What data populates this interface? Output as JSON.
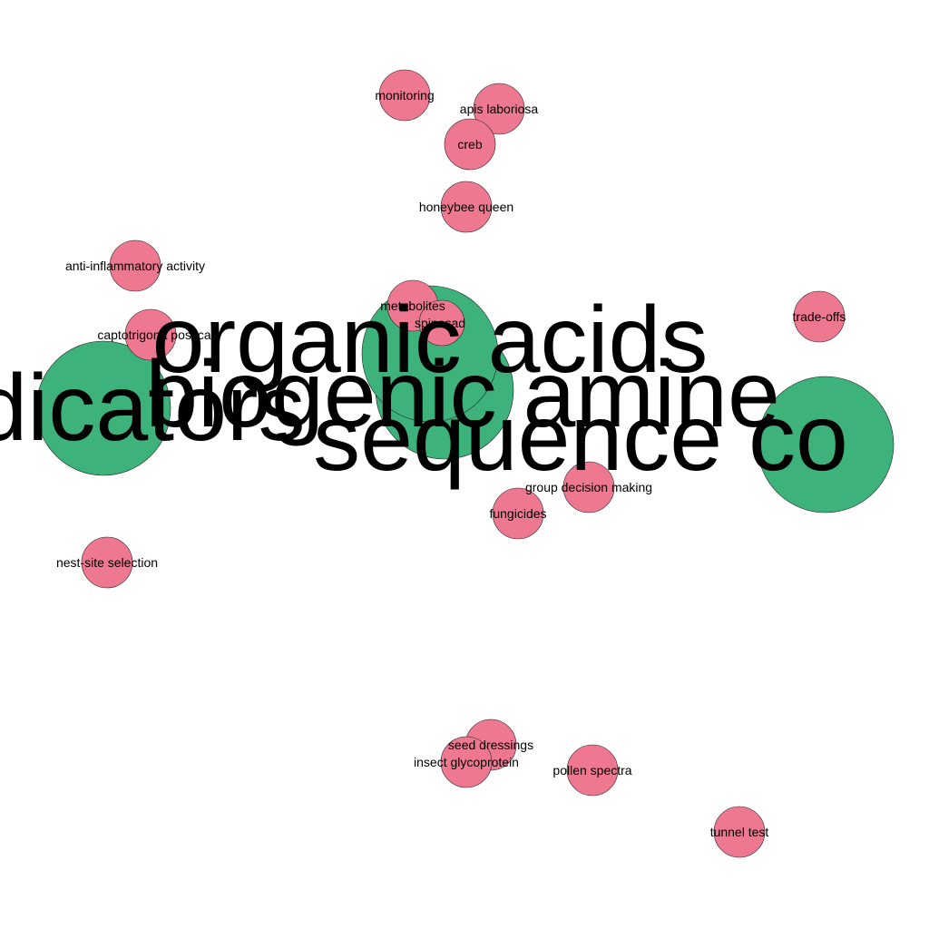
{
  "colors": {
    "pink_node": "#ee7890",
    "green_node": "#3db27a",
    "stroke": "#222222",
    "label": "#000000"
  },
  "small_nodes": [
    {
      "id": "monitoring",
      "label": "monitoring"
    },
    {
      "id": "apis-laboriosa",
      "label": "apis laboriosa"
    },
    {
      "id": "creb",
      "label": "creb"
    },
    {
      "id": "honeybee-queen",
      "label": "honeybee queen"
    },
    {
      "id": "anti-inflammatory-activity",
      "label": "anti-inflammatory activity"
    },
    {
      "id": "metabolites",
      "label": "metabolites"
    },
    {
      "id": "spinosad",
      "label": "spinosad"
    },
    {
      "id": "captotrigona-postica",
      "label": "captotrigona postica"
    },
    {
      "id": "trade-offs",
      "label": "trade-offs"
    },
    {
      "id": "group-decision-making",
      "label": "group decision making"
    },
    {
      "id": "fungicides",
      "label": "fungicides"
    },
    {
      "id": "nest-site-selection",
      "label": "nest-site selection"
    },
    {
      "id": "seed-dressings",
      "label": "seed dressings"
    },
    {
      "id": "insect-glycoprotein",
      "label": "insect glycoprotein"
    },
    {
      "id": "pollen-spectra",
      "label": "pollen spectra"
    },
    {
      "id": "tunnel-test",
      "label": "tunnel test"
    }
  ],
  "big_nodes": [
    {
      "id": "indicators",
      "label": "indicators"
    },
    {
      "id": "biogenic-amine",
      "label": "biogenic amine"
    },
    {
      "id": "organic-acids",
      "label": "organic acids"
    },
    {
      "id": "sequence-co",
      "label": "sequence co"
    }
  ]
}
